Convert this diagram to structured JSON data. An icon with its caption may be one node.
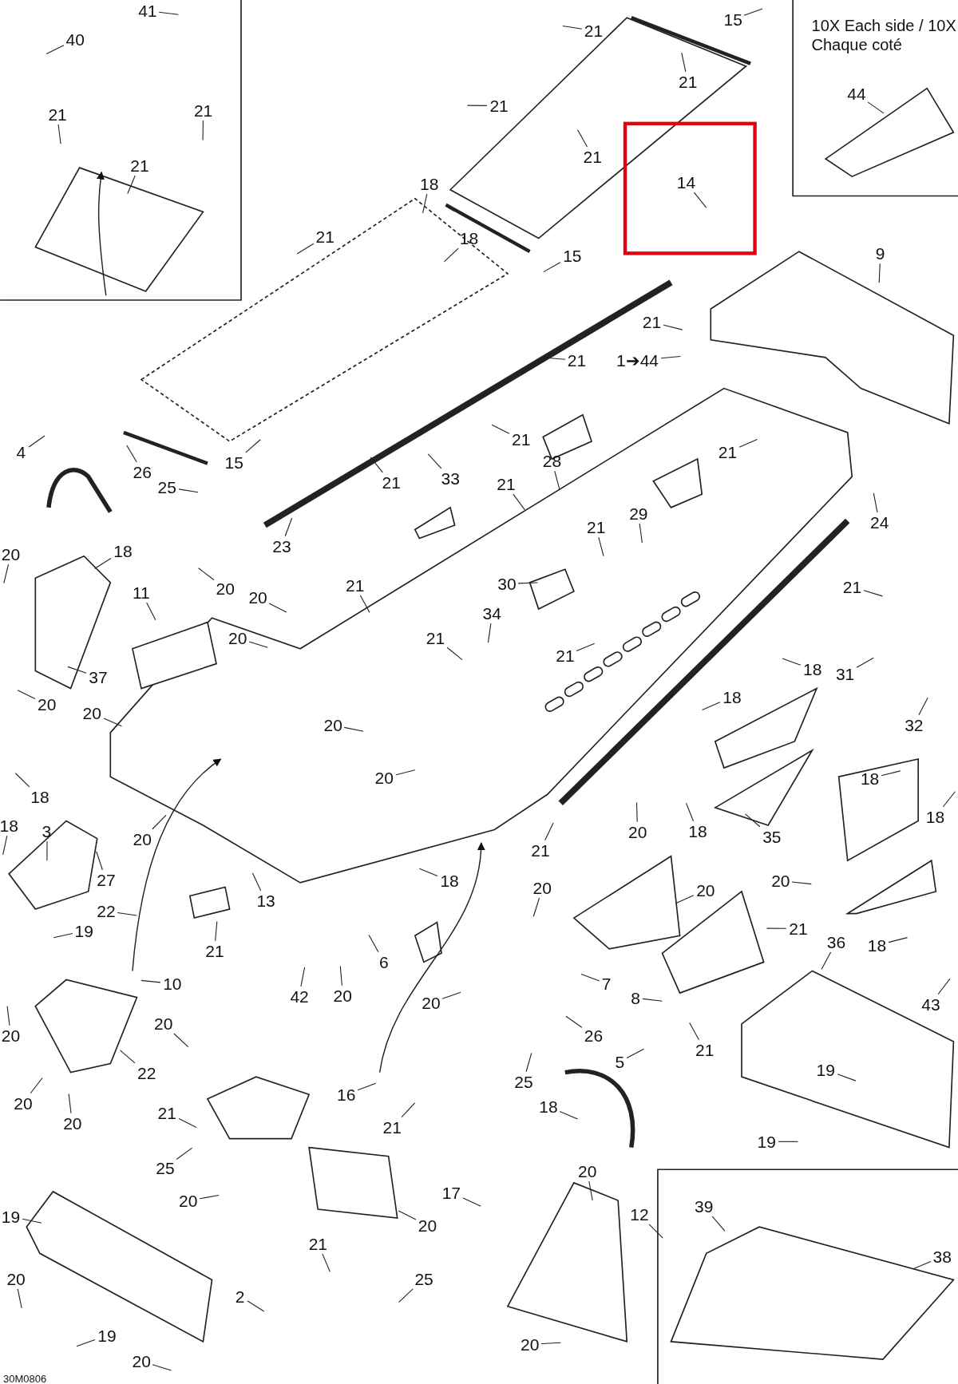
{
  "diagram": {
    "nodes": [
      {
        "text": [
          "41"
        ]
      },
      {
        "text": [
          "40"
        ]
      },
      {
        "text": [
          "21"
        ]
      },
      {
        "text": [
          "21"
        ]
      },
      {
        "text": [
          "21"
        ]
      },
      {
        "text": [
          "44"
        ]
      },
      {
        "text": [
          "39"
        ]
      },
      {
        "text": [
          "38"
        ]
      },
      {
        "text": [
          "14"
        ]
      },
      {
        "text": [
          "15"
        ]
      },
      {
        "text": [
          "21"
        ]
      },
      {
        "text": [
          "21"
        ]
      },
      {
        "text": [
          "21"
        ]
      },
      {
        "text": [
          "21"
        ]
      },
      {
        "text": [
          "18"
        ]
      },
      {
        "text": [
          "21"
        ]
      },
      {
        "text": [
          "18"
        ]
      },
      {
        "text": [
          "15"
        ]
      },
      {
        "text": [
          "9"
        ]
      },
      {
        "text": [
          "21"
        ]
      },
      {
        "text": [
          "21"
        ]
      },
      {
        "text": [
          "1➔44"
        ]
      },
      {
        "text": [
          "15"
        ]
      },
      {
        "text": [
          "21"
        ]
      },
      {
        "text": [
          "28"
        ]
      },
      {
        "text": [
          "21"
        ]
      },
      {
        "text": [
          "21"
        ]
      },
      {
        "text": [
          "4"
        ]
      },
      {
        "text": [
          "26"
        ]
      },
      {
        "text": [
          "25"
        ]
      },
      {
        "text": [
          "18"
        ]
      },
      {
        "text": [
          "21"
        ]
      },
      {
        "text": [
          "33"
        ]
      },
      {
        "text": [
          "23"
        ]
      },
      {
        "text": [
          "29"
        ]
      },
      {
        "text": [
          "24"
        ]
      },
      {
        "text": [
          "21"
        ]
      },
      {
        "text": [
          "20"
        ]
      },
      {
        "text": [
          "11"
        ]
      },
      {
        "text": [
          "30"
        ]
      },
      {
        "text": [
          "34"
        ]
      },
      {
        "text": [
          "21"
        ]
      },
      {
        "text": [
          "20"
        ]
      },
      {
        "text": [
          "20"
        ]
      },
      {
        "text": [
          "21"
        ]
      },
      {
        "text": [
          "20"
        ]
      },
      {
        "text": [
          "21"
        ]
      },
      {
        "text": [
          "21"
        ]
      },
      {
        "text": [
          "37"
        ]
      },
      {
        "text": [
          "20"
        ]
      },
      {
        "text": [
          "20"
        ]
      },
      {
        "text": [
          "18"
        ]
      },
      {
        "text": [
          "31"
        ]
      },
      {
        "text": [
          "18"
        ]
      },
      {
        "text": [
          "20"
        ]
      },
      {
        "text": [
          "32"
        ]
      },
      {
        "text": [
          "18"
        ]
      },
      {
        "text": [
          "18"
        ]
      },
      {
        "text": [
          "3"
        ]
      },
      {
        "text": [
          "20"
        ]
      },
      {
        "text": [
          "20"
        ]
      },
      {
        "text": [
          "18"
        ]
      },
      {
        "text": [
          "18"
        ]
      },
      {
        "text": [
          "18"
        ]
      },
      {
        "text": [
          "35"
        ]
      },
      {
        "text": [
          "20"
        ]
      },
      {
        "text": [
          "21"
        ]
      },
      {
        "text": [
          "27"
        ]
      },
      {
        "text": [
          "18"
        ]
      },
      {
        "text": [
          "13"
        ]
      },
      {
        "text": [
          "20"
        ]
      },
      {
        "text": [
          "20"
        ]
      },
      {
        "text": [
          "20"
        ]
      },
      {
        "text": [
          "22"
        ]
      },
      {
        "text": [
          "19"
        ]
      },
      {
        "text": [
          "21"
        ]
      },
      {
        "text": [
          "36"
        ]
      },
      {
        "text": [
          "18"
        ]
      },
      {
        "text": [
          "21"
        ]
      },
      {
        "text": [
          "6"
        ]
      },
      {
        "text": [
          "7"
        ]
      },
      {
        "text": [
          "8"
        ]
      },
      {
        "text": [
          "42"
        ]
      },
      {
        "text": [
          "20"
        ]
      },
      {
        "text": [
          "20"
        ]
      },
      {
        "text": [
          "10"
        ]
      },
      {
        "text": [
          "43"
        ]
      },
      {
        "text": [
          "20"
        ]
      },
      {
        "text": [
          "20"
        ]
      },
      {
        "text": [
          "22"
        ]
      },
      {
        "text": [
          "21"
        ]
      },
      {
        "text": [
          "19"
        ]
      },
      {
        "text": [
          "26"
        ]
      },
      {
        "text": [
          "5"
        ]
      },
      {
        "text": [
          "25"
        ]
      },
      {
        "text": [
          "18"
        ]
      },
      {
        "text": [
          "16"
        ]
      },
      {
        "text": [
          "21"
        ]
      },
      {
        "text": [
          "21"
        ]
      },
      {
        "text": [
          "20"
        ]
      },
      {
        "text": [
          "20"
        ]
      },
      {
        "text": [
          "19"
        ]
      },
      {
        "text": [
          "25"
        ]
      },
      {
        "text": [
          "20"
        ]
      },
      {
        "text": [
          "17"
        ]
      },
      {
        "text": [
          "20"
        ]
      },
      {
        "text": [
          "12"
        ]
      },
      {
        "text": [
          "19"
        ]
      },
      {
        "text": [
          "20"
        ]
      },
      {
        "text": [
          "21"
        ]
      },
      {
        "text": [
          "2"
        ]
      },
      {
        "text": [
          "20"
        ]
      },
      {
        "text": [
          "25"
        ]
      },
      {
        "text": [
          "19"
        ]
      },
      {
        "text": [
          "20"
        ]
      },
      {
        "text": [
          "20"
        ]
      }
    ],
    "edges": [
      {
        "from": 0,
        "to": null,
        "arrow": "none"
      },
      {
        "from": 1,
        "to": null,
        "arrow": "none"
      },
      {
        "from": 2,
        "to": null,
        "arrow": "none"
      },
      {
        "from": 3,
        "to": null,
        "arrow": "none"
      },
      {
        "from": 4,
        "to": null,
        "arrow": "none"
      },
      {
        "from": 5,
        "to": null,
        "arrow": "none"
      },
      {
        "from": 6,
        "to": null,
        "arrow": "none"
      },
      {
        "from": 7,
        "to": null,
        "arrow": "none"
      },
      {
        "from": 8,
        "to": null,
        "arrow": "none"
      },
      {
        "from": 9,
        "to": null,
        "arrow": "none"
      },
      {
        "from": 10,
        "to": null,
        "arrow": "none"
      },
      {
        "from": 11,
        "to": null,
        "arrow": "none"
      },
      {
        "from": 12,
        "to": null,
        "arrow": "none"
      },
      {
        "from": 13,
        "to": null,
        "arrow": "none"
      },
      {
        "from": 14,
        "to": null,
        "arrow": "none"
      },
      {
        "from": 15,
        "to": null,
        "arrow": "none"
      },
      {
        "from": 16,
        "to": null,
        "arrow": "none"
      },
      {
        "from": 17,
        "to": null,
        "arrow": "none"
      },
      {
        "from": 18,
        "to": null,
        "arrow": "none"
      },
      {
        "from": 19,
        "to": null,
        "arrow": "none"
      },
      {
        "from": 20,
        "to": null,
        "arrow": "none"
      },
      {
        "from": 21,
        "to": null,
        "arrow": "none"
      },
      {
        "from": 22,
        "to": null,
        "arrow": "none"
      },
      {
        "from": 23,
        "to": null,
        "arrow": "none"
      },
      {
        "from": 24,
        "to": null,
        "arrow": "none"
      },
      {
        "from": 25,
        "to": null,
        "arrow": "none"
      },
      {
        "from": 26,
        "to": null,
        "arrow": "none"
      },
      {
        "from": 27,
        "to": null,
        "arrow": "none"
      },
      {
        "from": 28,
        "to": null,
        "arrow": "none"
      },
      {
        "from": 29,
        "to": null,
        "arrow": "none"
      },
      {
        "from": 30,
        "to": null,
        "arrow": "none"
      },
      {
        "from": 31,
        "to": null,
        "arrow": "none"
      },
      {
        "from": 32,
        "to": null,
        "arrow": "none"
      },
      {
        "from": 33,
        "to": null,
        "arrow": "none"
      },
      {
        "from": 34,
        "to": null,
        "arrow": "none"
      },
      {
        "from": 35,
        "to": null,
        "arrow": "none"
      },
      {
        "from": 36,
        "to": null,
        "arrow": "none"
      },
      {
        "from": 37,
        "to": null,
        "arrow": "none"
      },
      {
        "from": 38,
        "to": null,
        "arrow": "none"
      },
      {
        "from": 39,
        "to": null,
        "arrow": "none"
      },
      {
        "from": 40,
        "to": null,
        "arrow": "none"
      },
      {
        "from": 41,
        "to": null,
        "arrow": "none"
      },
      {
        "from": 42,
        "to": null,
        "arrow": "none"
      },
      {
        "from": 43,
        "to": null,
        "arrow": "none"
      },
      {
        "from": 44,
        "to": null,
        "arrow": "none"
      },
      {
        "from": 45,
        "to": null,
        "arrow": "none"
      },
      {
        "from": 46,
        "to": null,
        "arrow": "none"
      },
      {
        "from": 47,
        "to": null,
        "arrow": "none"
      },
      {
        "from": 48,
        "to": null,
        "arrow": "none"
      },
      {
        "from": 49,
        "to": null,
        "arrow": "none"
      },
      {
        "from": 50,
        "to": null,
        "arrow": "none"
      },
      {
        "from": 51,
        "to": null,
        "arrow": "none"
      },
      {
        "from": 52,
        "to": null,
        "arrow": "none"
      },
      {
        "from": 53,
        "to": null,
        "arrow": "none"
      },
      {
        "from": 54,
        "to": null,
        "arrow": "none"
      },
      {
        "from": 55,
        "to": null,
        "arrow": "none"
      },
      {
        "from": 56,
        "to": null,
        "arrow": "none"
      },
      {
        "from": 57,
        "to": null,
        "arrow": "none"
      },
      {
        "from": 58,
        "to": null,
        "arrow": "none"
      },
      {
        "from": 59,
        "to": null,
        "arrow": "none"
      },
      {
        "from": 60,
        "to": null,
        "arrow": "none"
      },
      {
        "from": 61,
        "to": null,
        "arrow": "none"
      },
      {
        "from": 62,
        "to": null,
        "arrow": "none"
      },
      {
        "from": 63,
        "to": null,
        "arrow": "none"
      },
      {
        "from": 64,
        "to": null,
        "arrow": "none"
      },
      {
        "from": 65,
        "to": null,
        "arrow": "none"
      },
      {
        "from": 66,
        "to": null,
        "arrow": "none"
      },
      {
        "from": 67,
        "to": null,
        "arrow": "none"
      },
      {
        "from": 68,
        "to": null,
        "arrow": "none"
      },
      {
        "from": 69,
        "to": null,
        "arrow": "none"
      },
      {
        "from": 70,
        "to": null,
        "arrow": "none"
      },
      {
        "from": 71,
        "to": null,
        "arrow": "none"
      },
      {
        "from": 72,
        "to": null,
        "arrow": "none"
      },
      {
        "from": 73,
        "to": null,
        "arrow": "none"
      },
      {
        "from": 74,
        "to": null,
        "arrow": "none"
      },
      {
        "from": 75,
        "to": null,
        "arrow": "none"
      },
      {
        "from": 76,
        "to": null,
        "arrow": "none"
      },
      {
        "from": 77,
        "to": null,
        "arrow": "none"
      },
      {
        "from": 78,
        "to": null,
        "arrow": "none"
      },
      {
        "from": 79,
        "to": null,
        "arrow": "none"
      },
      {
        "from": 80,
        "to": null,
        "arrow": "none"
      },
      {
        "from": 81,
        "to": null,
        "arrow": "none"
      },
      {
        "from": 82,
        "to": null,
        "arrow": "none"
      },
      {
        "from": 83,
        "to": null,
        "arrow": "none"
      },
      {
        "from": 84,
        "to": null,
        "arrow": "none"
      },
      {
        "from": 85,
        "to": null,
        "arrow": "none"
      },
      {
        "from": 86,
        "to": null,
        "arrow": "none"
      },
      {
        "from": 87,
        "to": null,
        "arrow": "none"
      },
      {
        "from": 88,
        "to": null,
        "arrow": "none"
      },
      {
        "from": 89,
        "to": null,
        "arrow": "none"
      },
      {
        "from": 90,
        "to": null,
        "arrow": "none"
      },
      {
        "from": 91,
        "to": null,
        "arrow": "none"
      },
      {
        "from": 92,
        "to": null,
        "arrow": "none"
      },
      {
        "from": 93,
        "to": null,
        "arrow": "none"
      },
      {
        "from": 94,
        "to": null,
        "arrow": "none"
      },
      {
        "from": 95,
        "to": null,
        "arrow": "none"
      },
      {
        "from": 96,
        "to": null,
        "arrow": "none"
      },
      {
        "from": 97,
        "to": null,
        "arrow": "none"
      },
      {
        "from": 98,
        "to": null,
        "arrow": "none"
      },
      {
        "from": 99,
        "to": null,
        "arrow": "none"
      },
      {
        "from": 100,
        "to": null,
        "arrow": "none"
      },
      {
        "from": 101,
        "to": null,
        "arrow": "none"
      },
      {
        "from": 102,
        "to": null,
        "arrow": "none"
      },
      {
        "from": 103,
        "to": null,
        "arrow": "none"
      },
      {
        "from": 104,
        "to": null,
        "arrow": "none"
      },
      {
        "from": 105,
        "to": null,
        "arrow": "none"
      },
      {
        "from": 106,
        "to": null,
        "arrow": "none"
      },
      {
        "from": 107,
        "to": null,
        "arrow": "none"
      },
      {
        "from": 108,
        "to": null,
        "arrow": "none"
      },
      {
        "from": 109,
        "to": null,
        "arrow": "none"
      },
      {
        "from": 110,
        "to": null,
        "arrow": "none"
      },
      {
        "from": 111,
        "to": null,
        "arrow": "none"
      },
      {
        "from": 112,
        "to": null,
        "arrow": "none"
      },
      {
        "from": 113,
        "to": null,
        "arrow": "none"
      },
      {
        "from": 114,
        "to": null,
        "arrow": "none"
      },
      {
        "from": 115,
        "to": null,
        "arrow": "none"
      }
    ],
    "labels": [
      "10X Each side / 10X Chaque coté",
      "30M0806"
    ]
  }
}
